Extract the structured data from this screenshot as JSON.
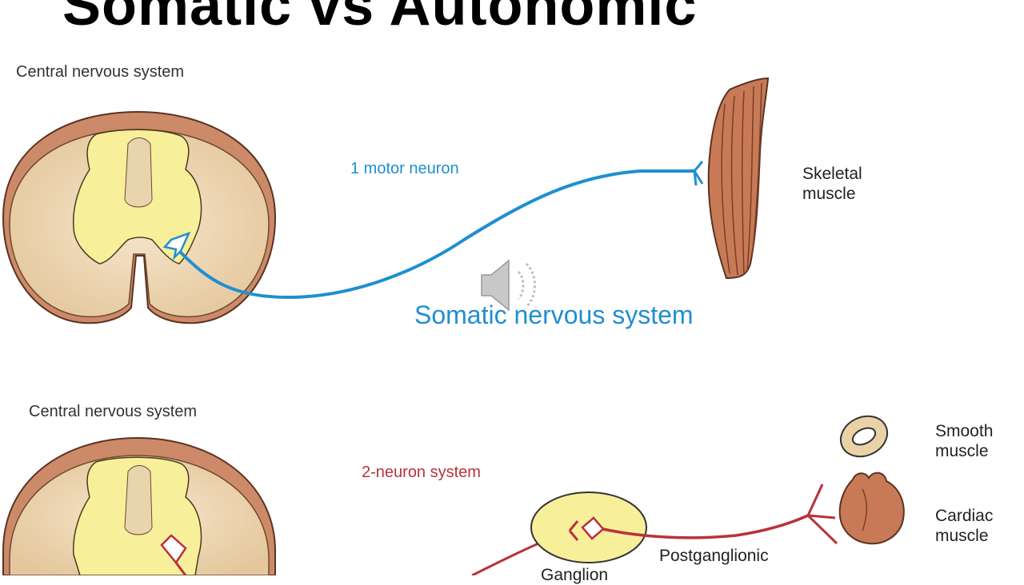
{
  "slide": {
    "title": "Somatic vs Autonomic"
  },
  "somatic": {
    "cns_label": "Central nervous system",
    "neuron_label": "1 motor neuron",
    "target_label_line1": "Skeletal",
    "target_label_line2": "muscle",
    "system_label": "Somatic nervous system"
  },
  "autonomic": {
    "cns_label": "Central nervous system",
    "neuron_label": "2-neuron system",
    "smooth_label_line1": "Smooth",
    "smooth_label_line2": "muscle",
    "cardiac_label_line1": "Cardiac",
    "cardiac_label_line2": "muscle",
    "postganglionic_label": "Postganglionic",
    "ganglion_label": "Ganglion"
  },
  "colors": {
    "somatic_neuron": "#1f8fd0",
    "autonomic_neuron": "#b8323c",
    "gray_matter": "#f8ef9a",
    "white_matter": "#e9cfa6",
    "meninges": "#cd8a68",
    "muscle": "#c87a57"
  },
  "icons": {
    "speaker": "speaker-icon"
  }
}
